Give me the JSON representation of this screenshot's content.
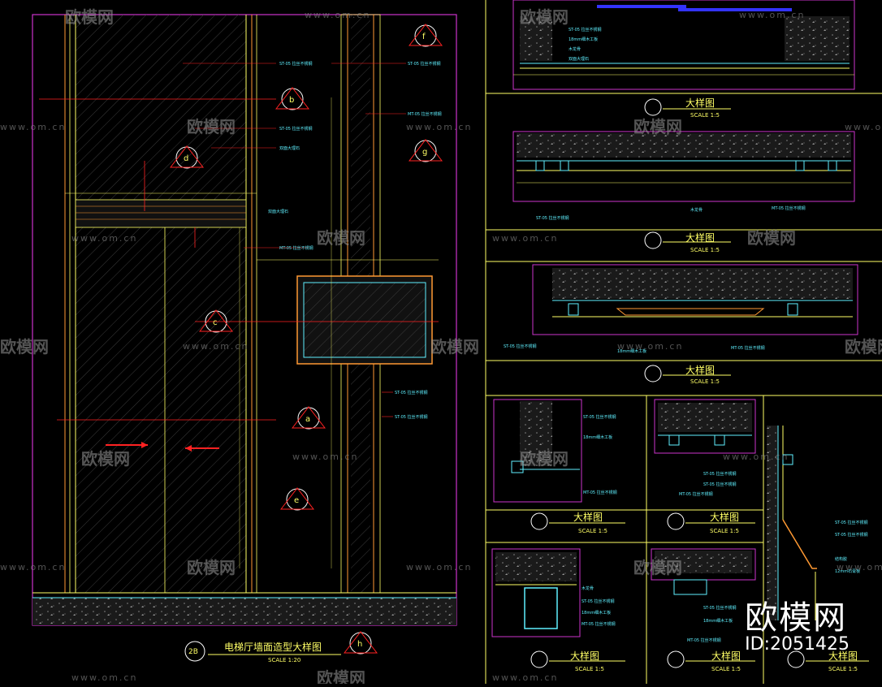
{
  "brand": {
    "name": "欧模网",
    "id": "ID:2051425"
  },
  "watermark": {
    "text": "欧模网",
    "url": "www.om.cn"
  },
  "main_title": {
    "number": "2B",
    "text": "电梯厅墙面造型大样图",
    "scale": "SCALE 1:20"
  },
  "details": [
    {
      "key": "b",
      "title": "大样图",
      "scale": "SCALE 1:5"
    },
    {
      "key": "b2",
      "title": "大样图",
      "scale": "SCALE 1:5"
    },
    {
      "key": "c",
      "title": "大样图",
      "scale": "SCALE 1:5"
    },
    {
      "key": "d",
      "title": "大样图",
      "scale": "SCALE 1:5"
    },
    {
      "key": "f",
      "title": "大样图",
      "scale": "SCALE 1:5"
    },
    {
      "key": "e",
      "title": "大样图",
      "scale": "SCALE 1:5"
    },
    {
      "key": "g",
      "title": "大样图",
      "scale": "SCALE 1:5"
    },
    {
      "key": "h",
      "title": "大样图",
      "scale": "SCALE 1:5"
    }
  ],
  "markers": [
    "f",
    "b",
    "g",
    "d",
    "c",
    "a",
    "e",
    "h"
  ],
  "notes": {
    "a": "ST-05 拉丝不锈钢",
    "b": "ST-05 拉丝不锈钢",
    "c": "ST-05 拉丝不锈钢",
    "d": "双面大理石",
    "e": "MT-05 拉丝不锈钢",
    "f": "木龙骨",
    "g": "18mm细木工板",
    "h": "12mm石膏板",
    "i": "结构胶"
  }
}
